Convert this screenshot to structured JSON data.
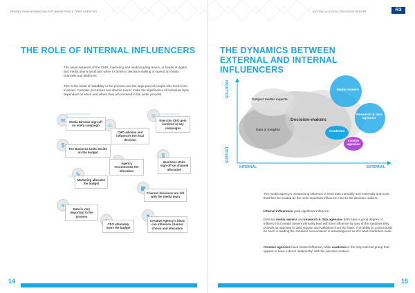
{
  "header": {
    "left_running": "DRIVING TRANSFORMATION FOR MARKETERS & THEIR AGENCIES",
    "right_running": "AUSTRALIA DIGITAL DECISIONS REPORT",
    "logo_text": "R3"
  },
  "left_page": {
    "title": "THE ROLE OF INTERNAL INFLUENCERS",
    "para1": "The usual suspects of the CMO, marketing and media trading teams, or heads of digital and media play a small part when it comes to decision-making on spend on media channels and platforms.",
    "para2": "This is the result of variability in the process and the large pool of people who tend to be involved. Complex processes and diverse teams make the significance of individual input dependent on when and where they are involved in the wider process.",
    "cards": [
      "Media Director sign-off on every campaign",
      "Even the CEO gets involved in key campaigns",
      "CMO advises and influences the final decision",
      "The Business Units decide on the budget",
      "Agency recommends the allocation",
      "Business Units sign-off on channel allocation",
      "Marketing allocates the budget",
      "Channel decisions are left with the media team",
      "Data is very important in the process",
      "CFO ultimately owns the budget",
      "Creative Agency's ideas can influence channel choice and allocation"
    ],
    "page_number": "14"
  },
  "right_page": {
    "title": "THE DYNAMICS BETWEEN EXTERNAL AND INTERNAL INFLUENCERS",
    "diagram": {
      "y_top": "SOLUTION",
      "y_bottom": "SUPPORT",
      "x_left": "INTERNAL",
      "x_right": "EXTERNAL",
      "labels": {
        "sme": "Subject matter experts",
        "media_owners": "Media owners",
        "decision_makers": "Decision-makers",
        "data_insights": "Data & insights",
        "research": "Research & data agencies",
        "academia": "Academia",
        "creative": "Creative agencies"
      }
    },
    "para1": "The media agency's overarching influence is seen both internally and externally and must therefore be treated as the most important influencer next to the decision-makers.",
    "para2_bold": "Internal influencers",
    "para2_rest": " yield significant influence.",
    "para3_a": "External ",
    "para3_b1": "media owners",
    "para3_c": " and ",
    "para3_b2": "research & data agencies",
    "para3_d": " both have a good degree of influence but media owners primarily lead with their influence by way of the solutions they provide as opposed to data support and validation from the latter. The ability to continuously be seen in leading the solutions conversation is advantageous as it is what marketers seek.",
    "para4_b1": "Creative agencies",
    "para4_c": " have limited influence, while ",
    "para4_b2": "academia",
    "para4_d": " is the only external group that appear to have a direct relationship with the decision-makers.",
    "page_number": "15"
  },
  "colors": {
    "accent": "#1aa7e8",
    "purple": "#b34bd6",
    "grey": "#c9c9c9"
  }
}
